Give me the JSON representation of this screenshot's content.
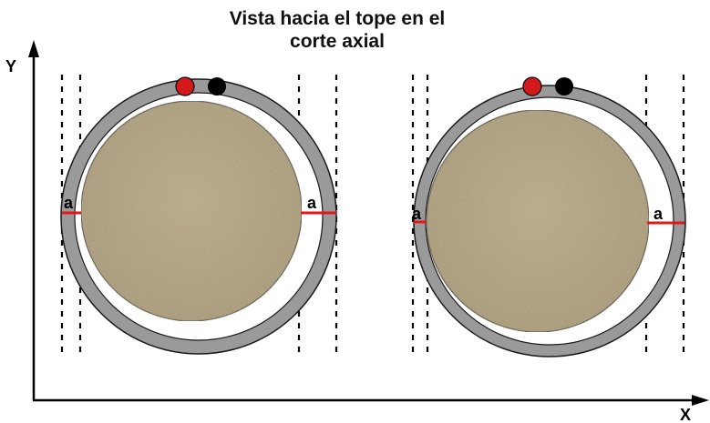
{
  "title": {
    "line1": "Vista hacia el tope en el",
    "line2": "corte axial"
  },
  "axes": {
    "x_label": "X",
    "y_label": "Y"
  },
  "gap_label": "a",
  "colors": {
    "ring": "#9a9a9a",
    "ring_outline": "#1a1a1a",
    "core": "#a89874",
    "core_dark": "#8d7e5e",
    "marker_red": "#d3191c",
    "marker_black": "#000000",
    "gap_line": "#e01818",
    "guide_line": "#000000"
  },
  "icons": [
    "red-dot-marker",
    "black-dot-marker"
  ]
}
